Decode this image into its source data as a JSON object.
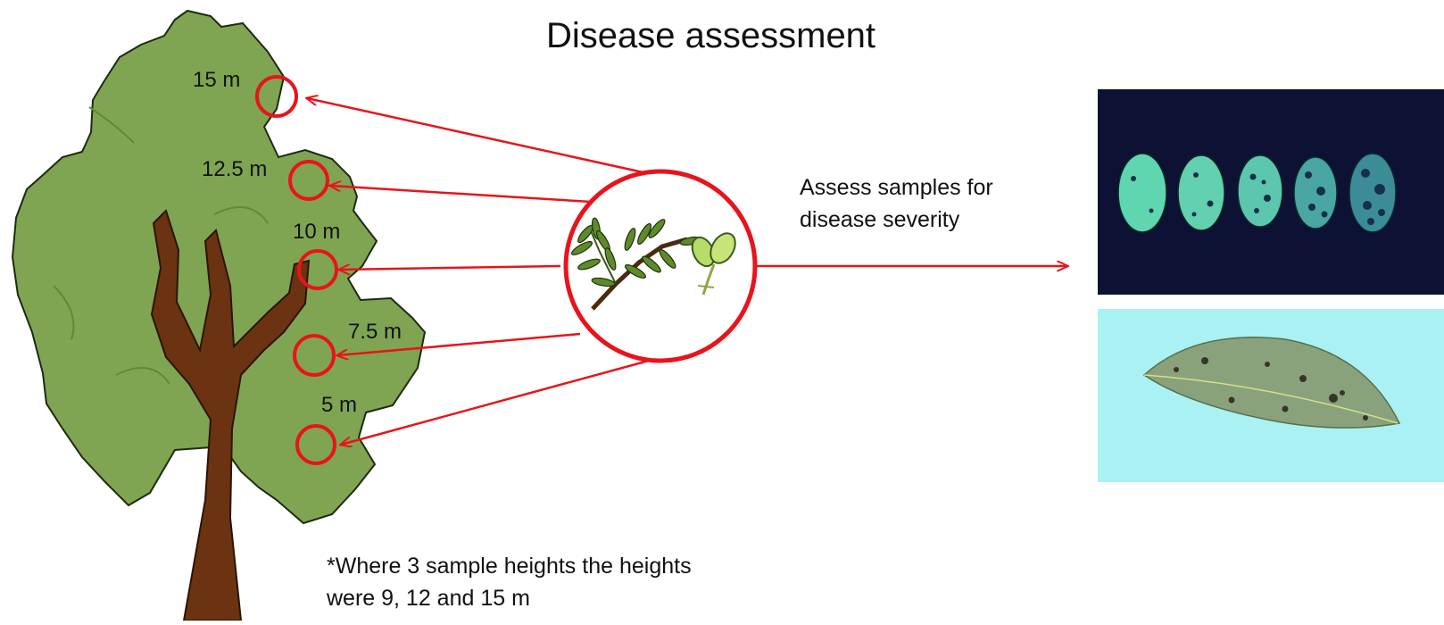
{
  "title": "Disease assessment",
  "heights": [
    "15 m",
    "12.5 m",
    "10 m",
    "7.5 m",
    "5 m"
  ],
  "assess_text": [
    "Assess samples for",
    "disease severity"
  ],
  "footnote": [
    "*Where 3 sample heights the heights",
    "were 9, 12 and 15 m"
  ],
  "colors": {
    "accent": "#e8141b",
    "canopy": "#7fa552",
    "trunk": "#6b3312",
    "nut_background": "#0d1133",
    "leaf_background": "#aaf1f3"
  }
}
